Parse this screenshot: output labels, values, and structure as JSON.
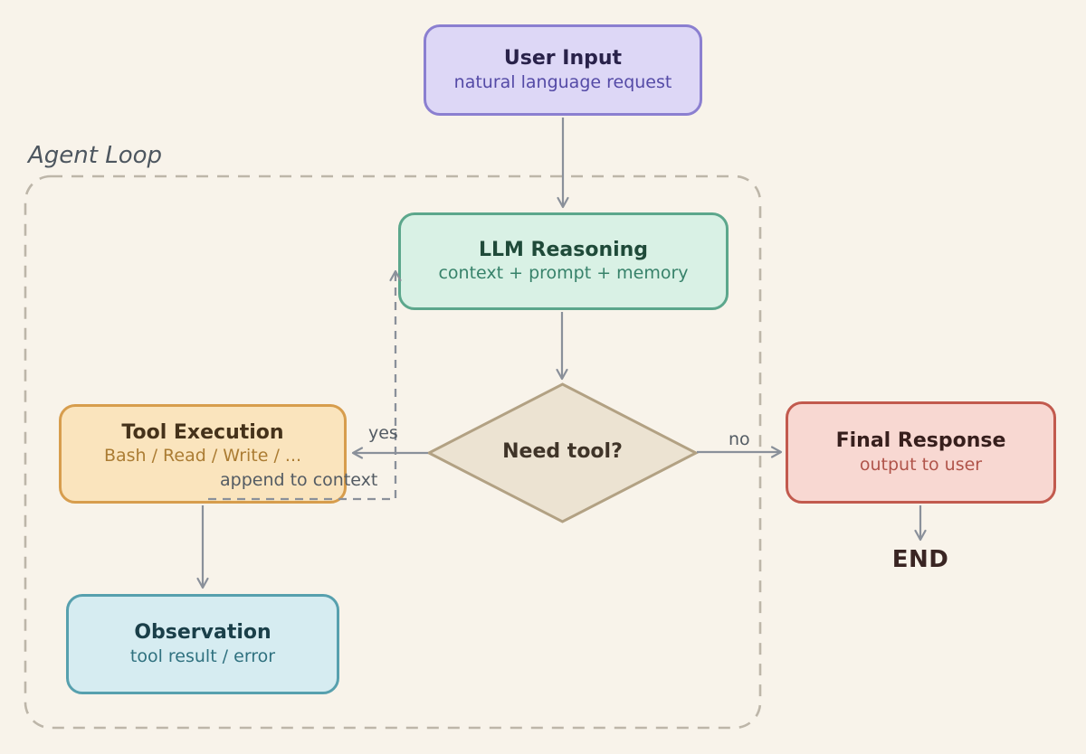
{
  "background_color": "#f8f3ea",
  "arrow_color": "#8a909a",
  "agent_loop": {
    "label": "Agent Loop",
    "label_color": "#4d565f",
    "border_color": "#bdb6a9"
  },
  "nodes": {
    "user_input": {
      "title": "User Input",
      "subtitle": "natural language request",
      "fill": "#ddd7f6",
      "border": "#8b7fd0",
      "title_color": "#29224a",
      "subtitle_color": "#544aa6"
    },
    "llm_reasoning": {
      "title": "LLM Reasoning",
      "subtitle": "context + prompt + memory",
      "fill": "#d9f1e5",
      "border": "#5ca78c",
      "title_color": "#1f4a39",
      "subtitle_color": "#37826a"
    },
    "need_tool": {
      "title": "Need tool?",
      "fill": "#ece3d2",
      "border": "#b2a183",
      "title_color": "#3f3428"
    },
    "tool_execution": {
      "title": "Tool Execution",
      "subtitle": "Bash / Read / Write / ...",
      "fill": "#fae4bd",
      "border": "#d79d4d",
      "title_color": "#45321a",
      "subtitle_color": "#ab7c33"
    },
    "observation": {
      "title": "Observation",
      "subtitle": "tool result / error",
      "fill": "#d6ecf1",
      "border": "#57a0ae",
      "title_color": "#1a3f49",
      "subtitle_color": "#2f717f"
    },
    "final_response": {
      "title": "Final Response",
      "subtitle": "output to user",
      "fill": "#f8d8d2",
      "border": "#c25a4e",
      "title_color": "#371f1d",
      "subtitle_color": "#b0544a"
    },
    "end": {
      "label": "END",
      "color": "#3a2523"
    }
  },
  "edge_labels": {
    "yes": "yes",
    "no": "no",
    "append": "append to context",
    "color": "#535b63"
  }
}
